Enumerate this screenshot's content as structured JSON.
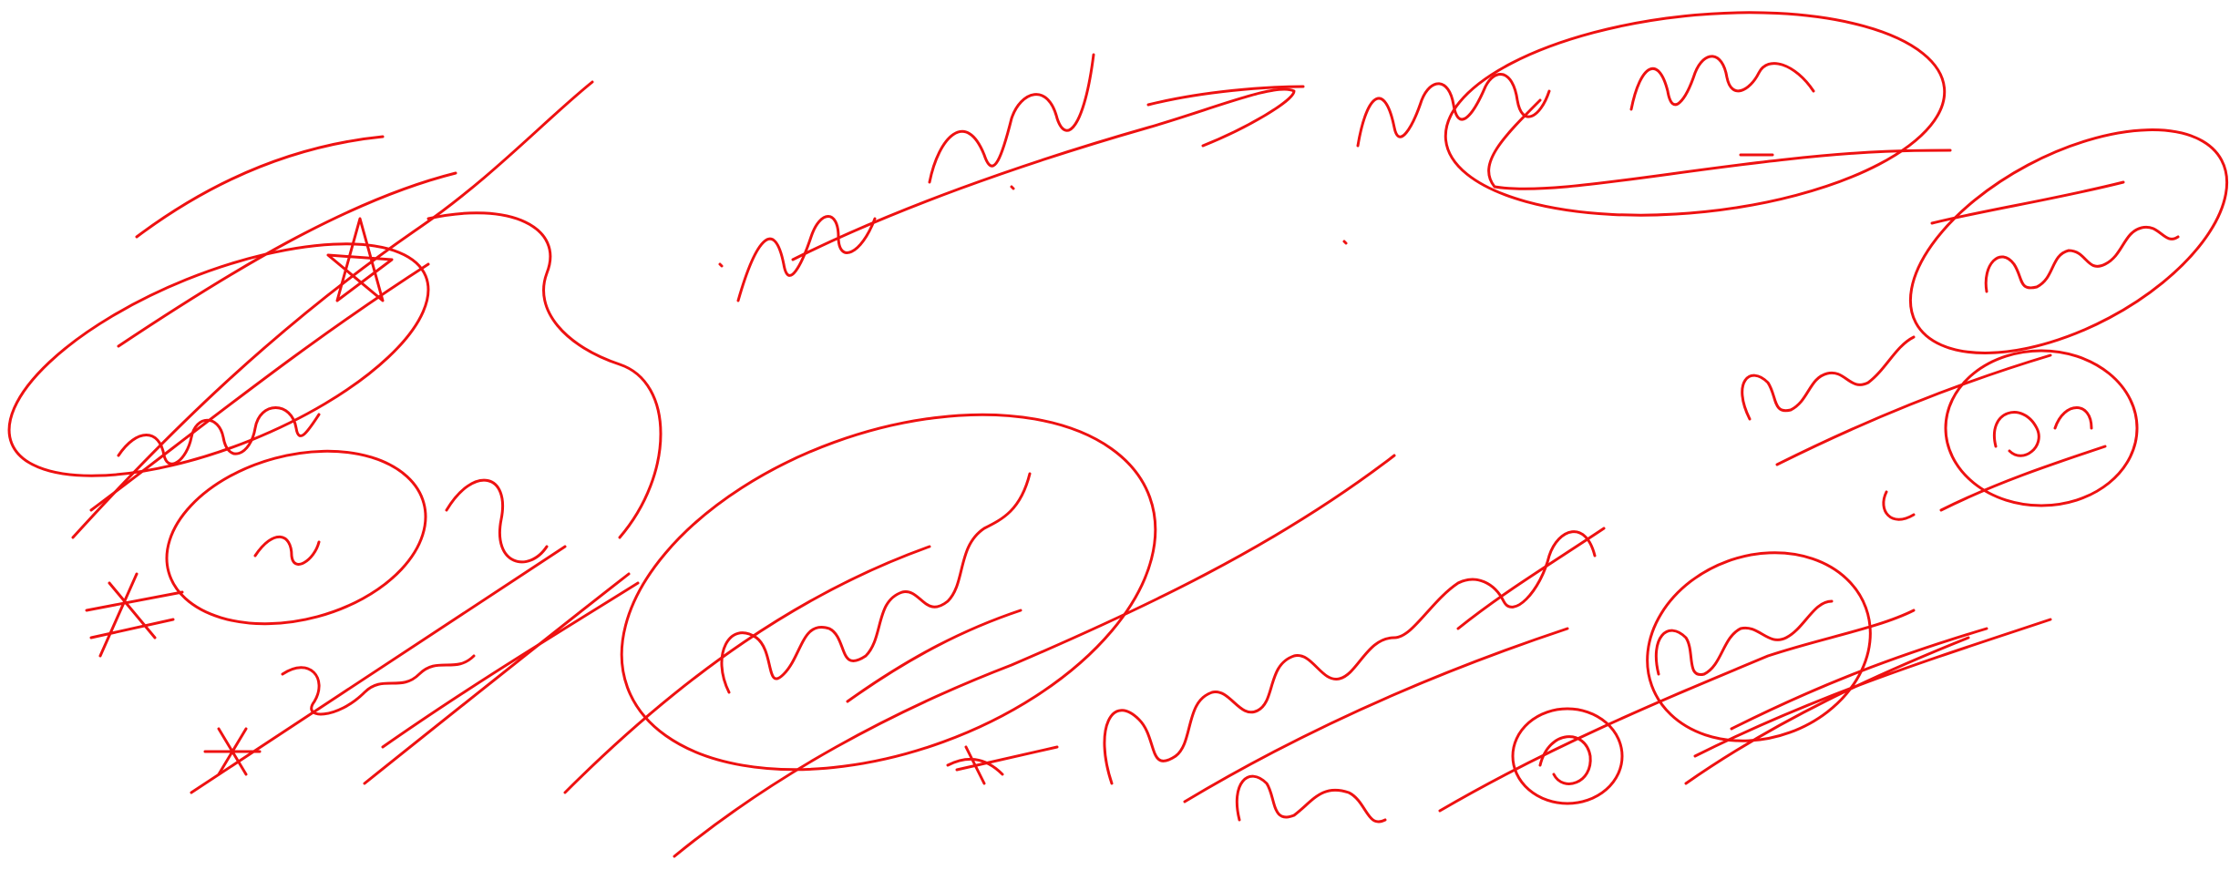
{
  "image": {
    "background_color": "#ffffff",
    "ink_color": "#ee1111",
    "content": "handwritten-signatures-scribbles"
  },
  "signatures": [
    {
      "name": "signature-top-left-cluster"
    },
    {
      "name": "signature-top-center"
    },
    {
      "name": "signature-top-right"
    },
    {
      "name": "signature-middle-center"
    },
    {
      "name": "signature-bottom-center"
    },
    {
      "name": "signature-bottom-right"
    },
    {
      "name": "signature-right-small"
    }
  ]
}
